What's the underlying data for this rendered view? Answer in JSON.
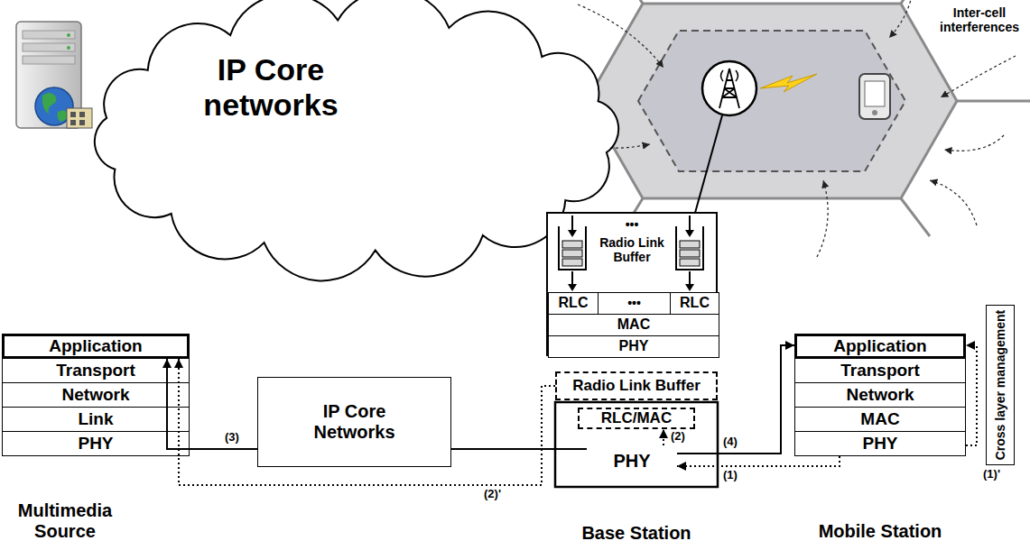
{
  "diagram": {
    "nodes": [
      {
        "text": [
          "IP Core networks"
        ]
      },
      {
        "text": [
          "•••",
          "Radio Link Buffer"
        ]
      },
      {
        "text": [
          "RLC"
        ],
        "in": 1
      },
      {
        "text": [
          "•••"
        ],
        "in": 1
      },
      {
        "text": [
          "RLC"
        ],
        "in": 1
      },
      {
        "text": [
          "MAC"
        ],
        "in": 1
      },
      {
        "text": [
          "PHY"
        ],
        "in": 1
      },
      {
        "text": [
          "Multimedia Source"
        ]
      },
      {
        "text": [
          "Application"
        ],
        "in": 7
      },
      {
        "text": [
          "Transport"
        ],
        "in": 7
      },
      {
        "text": [
          "Network"
        ],
        "in": 7
      },
      {
        "text": [
          "Link"
        ],
        "in": 7
      },
      {
        "text": [
          "PHY"
        ],
        "in": 7
      },
      {
        "text": [
          "IP Core Networks"
        ]
      },
      {
        "text": [
          "Base Station"
        ]
      },
      {
        "text": [
          "Radio Link Buffer"
        ],
        "in": 14
      },
      {
        "text": [
          "RLC/MAC"
        ],
        "in": 14
      },
      {
        "text": [
          "PHY"
        ],
        "in": 14
      },
      {
        "text": [
          "Mobile Station"
        ]
      },
      {
        "text": [
          "Application"
        ],
        "in": 18
      },
      {
        "text": [
          "Transport"
        ],
        "in": 18
      },
      {
        "text": [
          "Network"
        ],
        "in": 18
      },
      {
        "text": [
          "MAC"
        ],
        "in": 18
      },
      {
        "text": [
          "PHY"
        ],
        "in": 18
      },
      {
        "text": [
          "Cross layer management"
        ]
      }
    ],
    "edges": [
      {
        "from": 17,
        "to": 8,
        "arrow": "to",
        "label": "(3)"
      },
      {
        "from": 15,
        "to": 8,
        "arrow": "to",
        "label": "(2)'"
      },
      {
        "from": 17,
        "to": 19,
        "arrow": "to",
        "label": "(4)"
      },
      {
        "from": 23,
        "to": 17,
        "arrow": "to",
        "label": "(1)"
      },
      {
        "from": 17,
        "to": 16,
        "arrow": "to",
        "label": "(2)"
      },
      {
        "from": 23,
        "to": 19,
        "arrow": "to",
        "label": "(1)'"
      }
    ],
    "labels": [
      "Inter-cell interferences"
    ]
  }
}
